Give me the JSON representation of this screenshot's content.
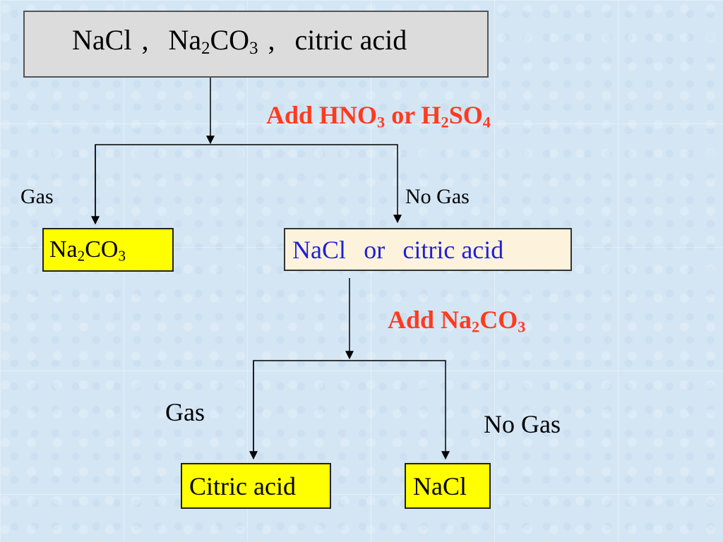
{
  "start_box": {
    "part1": "NaCl",
    "sep1": ",",
    "na": "Na",
    "sub2": "2",
    "co": "CO",
    "sub3": "3",
    "sep2": ",",
    "part3": "citric acid"
  },
  "step1": {
    "prefix": "Add HNO",
    "sub_a": "3",
    "middle": "or H",
    "sub_b": "2",
    "so": "SO",
    "sub_c": "4"
  },
  "branch1": {
    "left_label": "Gas",
    "right_label": "No Gas"
  },
  "result_left": {
    "na": "Na",
    "sub2": "2",
    "co": "CO",
    "sub3": "3"
  },
  "result_right": {
    "a": "NaCl",
    "or": "or",
    "b": "citric acid"
  },
  "step2": {
    "prefix": "Add Na",
    "sub2": "2",
    "co": "CO",
    "sub3": "3"
  },
  "branch2": {
    "left_label": "Gas",
    "right_label": "No Gas"
  },
  "final_left": "Citric acid",
  "final_right": "NaCl",
  "colors": {
    "step_text": "#ff3b1f",
    "result_box": "#ffff00",
    "blue_text": "#1f1fd6",
    "start_box": "#dcdcdc"
  }
}
